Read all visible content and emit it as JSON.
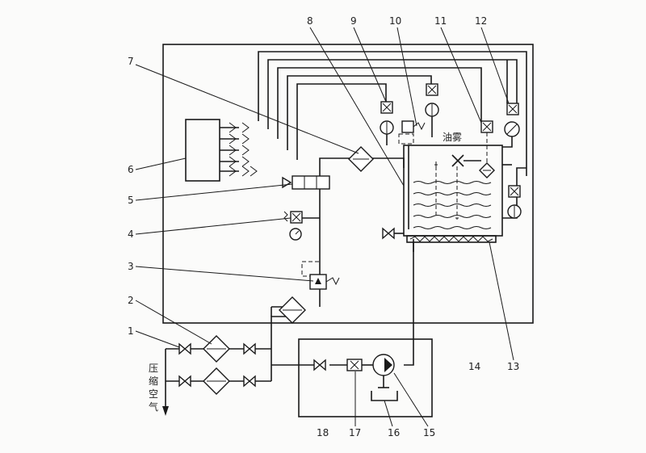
{
  "labels": {
    "l1": "1",
    "l2": "2",
    "l3": "3",
    "l4": "4",
    "l5": "5",
    "l6": "6",
    "l7": "7",
    "l8": "8",
    "l9": "9",
    "l10": "10",
    "l11": "11",
    "l12": "12",
    "l13": "13",
    "l14": "14",
    "l15": "15",
    "l16": "16",
    "l17": "17",
    "l18": "18",
    "oil_mist": "油雾",
    "compressed_air": [
      "压",
      "缩",
      "空",
      "气"
    ]
  }
}
